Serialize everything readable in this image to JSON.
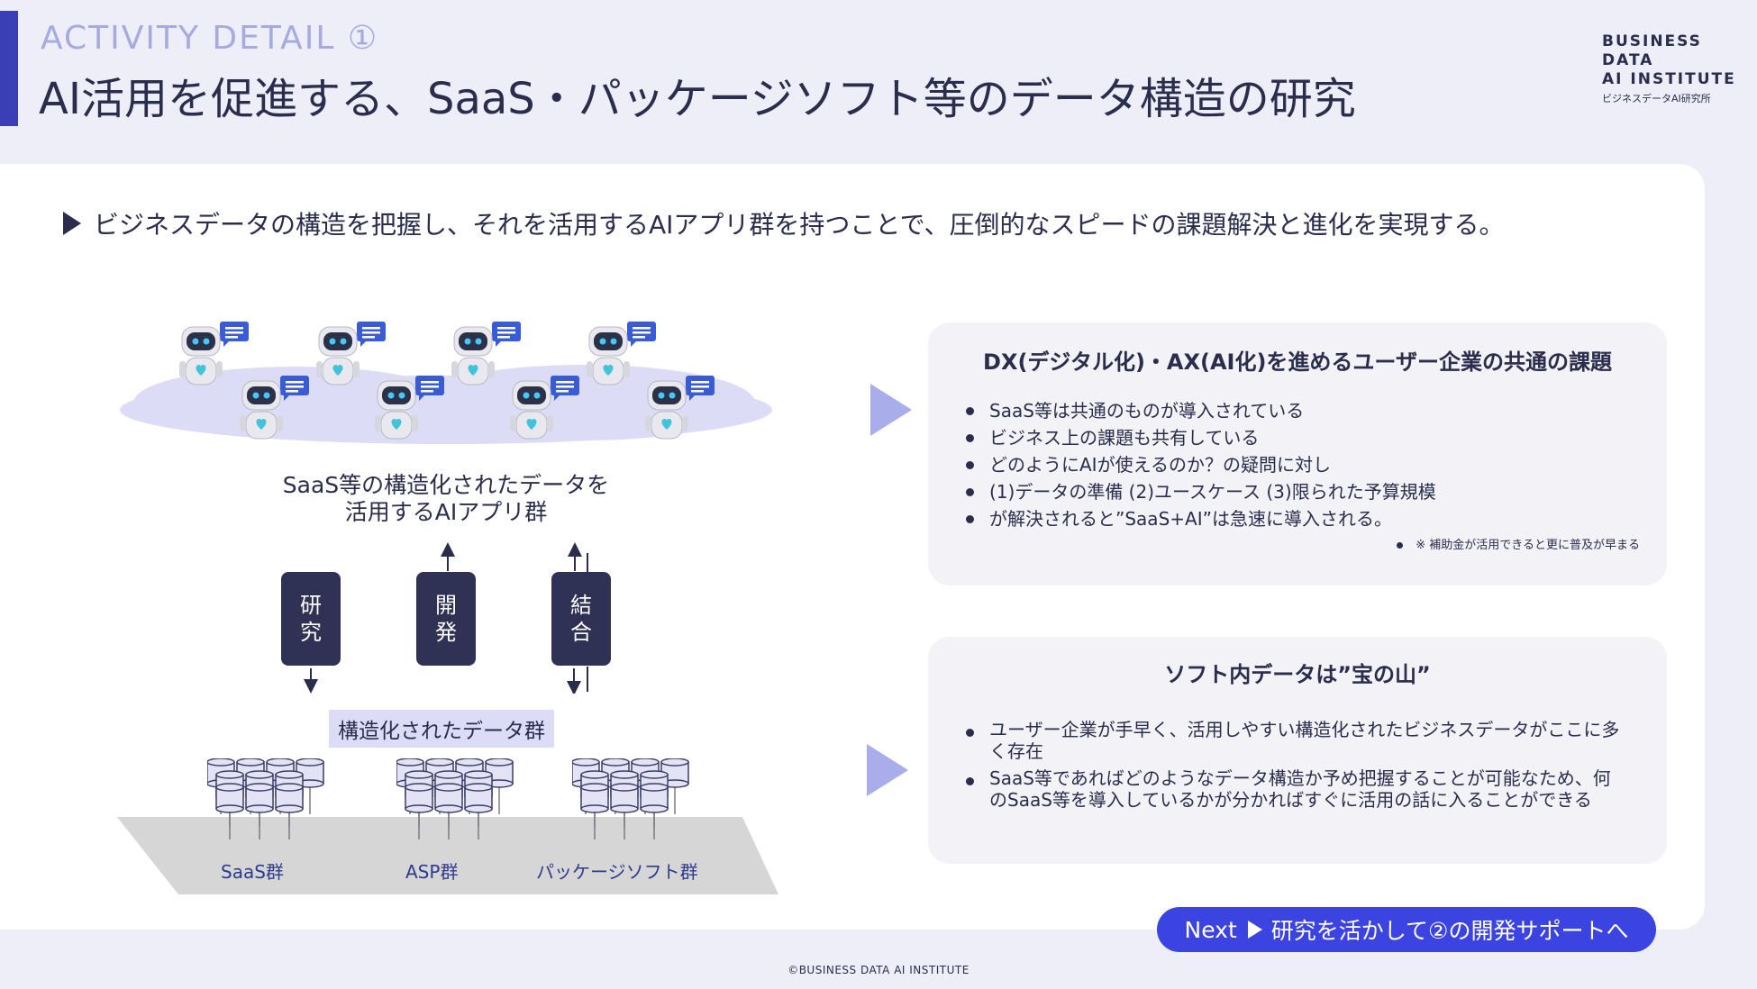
{
  "header": {
    "eyebrow": "ACTIVITY DETAIL ①",
    "title": "AI活用を促進する、SaaS・パッケージソフト等のデータ構造の研究"
  },
  "logo": {
    "line1": "BUSINESS",
    "line2": "DATA",
    "line3": "AI INSTITUTE",
    "subtitle": "ビジネスデータAI研究所"
  },
  "lead": "ビジネスデータの構造を把握し、それを活用するAIアプリ群を持つことで、圧倒的なスピードの課題解決と進化を実現する。",
  "diagram": {
    "ai_caption_line1": "SaaS等の構造化されたデータを",
    "ai_caption_line2": "活用するAIアプリ群",
    "ops": [
      "研究",
      "開発",
      "結合"
    ],
    "structured_label": "構造化されたデータ群",
    "groups": [
      "SaaS群",
      "ASP群",
      "パッケージソフト群"
    ]
  },
  "panel1": {
    "title": "DX(デジタル化)・AX(AI化)を進めるユーザー企業の共通の課題",
    "bullets": [
      "SaaS等は共通のものが導入されている",
      "ビジネス上の課題も共有している",
      "どのようにAIが使えるのか？の疑問に対し",
      "(1)データの準備 (2)ユースケース (3)限られた予算規模",
      "が解決されると”SaaS+AI”は急速に導入される。"
    ],
    "note": "※ 補助金が活用できると更に普及が早まる"
  },
  "panel2": {
    "title": "ソフト内データは”宝の山”",
    "bullets": [
      "ユーザー企業が手早く、活用しやすい構造化されたビジネスデータがここに多く存在",
      "SaaS等であればどのようなデータ構造か予め把握することが可能なため、何のSaaS等を導入しているかが分かればすぐに活用の話に入ることができる"
    ]
  },
  "next_button": {
    "prefix": "Next",
    "label": "研究を活かして②の開発サポートへ"
  },
  "footer": "©BUSINESS DATA AI INSTITUTE",
  "colors": {
    "accent": "#3a3fb5",
    "button": "#3b43e0",
    "eyebrow": "#a6aadf",
    "op_box": "#2f3155"
  }
}
